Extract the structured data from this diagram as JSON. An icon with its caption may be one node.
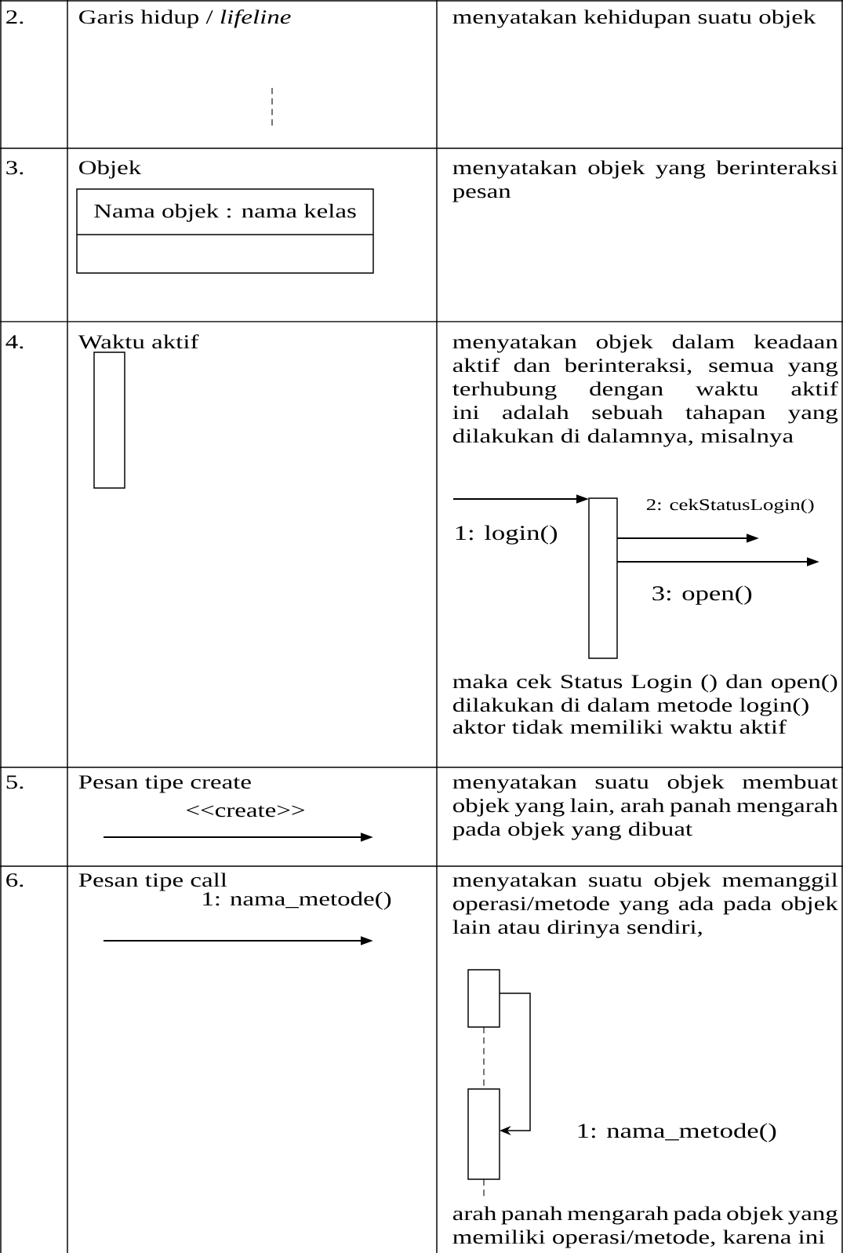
{
  "diagram": {
    "nodes": [
      {
        "text": [
          "Nama objek : nama kelas"
        ]
      },
      {
        "text": [],
        "shape": "box"
      },
      {
        "text": [],
        "shape": "box"
      },
      {
        "text": [],
        "shape": "box"
      },
      {
        "text": [],
        "shape": "box"
      }
    ],
    "edges": [
      {
        "from": null,
        "to": 2,
        "arrow": "to",
        "label": "1: login()"
      },
      {
        "from": 2,
        "to": null,
        "arrow": "to",
        "label": "2: cekStatusLogin()"
      },
      {
        "from": 2,
        "to": null,
        "arrow": "to",
        "label": "3: open()"
      },
      {
        "from": 3,
        "to": 4,
        "arrow": "to",
        "label": "1: nama_metode()"
      },
      {
        "from": 3,
        "to": 4,
        "arrow": "none",
        "style": "dashed"
      }
    ],
    "labels": [
      "2.",
      "Garis hidup / *lifeline*",
      "menyatakan kehidupan suatu objek",
      "3.",
      "Objek",
      "menyatakan objek yang berinteraksi pesan",
      "4.",
      "Waktu aktif",
      "menyatakan objek dalam keadaan aktif dan berinteraksi, semua yang terhubung dengan waktu aktif ini adalah sebuah tahapan yang dilakukan di dalamnya, misalnya",
      "maka cek Status Login () dan open() dilakukan di dalam metode login()",
      "aktor tidak memiliki waktu aktif",
      "5.",
      "Pesan tipe create",
      "<<create>>",
      "menyatakan suatu objek membuat objek yang lain, arah panah mengarah pada objek yang dibuat",
      "6.",
      "Pesan tipe call",
      "1: nama_metode()",
      "menyatakan suatu objek memanggil operasi/metode yang ada pada objek lain atau dirinya sendiri,",
      "arah panah mengarah pada objek yang memiliki operasi/metode, karena ini"
    ]
  }
}
